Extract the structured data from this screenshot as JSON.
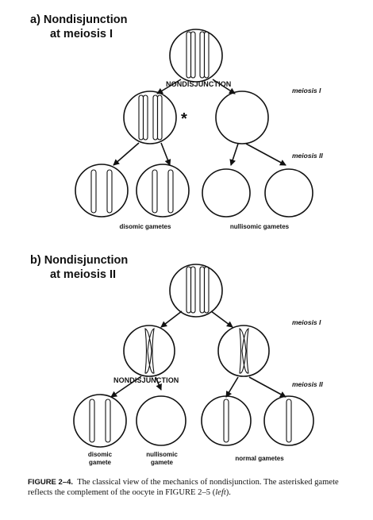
{
  "panel_a": {
    "title_line1": "a) Nondisjunction",
    "title_line2": "at meiosis I",
    "nondisjunction_label": "NONDISJUNCTION",
    "meiosis1_label": "meiosis I",
    "meiosis2_label": "meiosis II",
    "asterisk": "*",
    "disomic_label": "disomic gametes",
    "nullisomic_label": "nullisomic gametes"
  },
  "panel_b": {
    "title_line1": "b) Nondisjunction",
    "title_line2": "at meiosis II",
    "nondisjunction_label": "NONDISJUNCTION",
    "meiosis1_label": "meiosis I",
    "meiosis2_label": "meiosis II",
    "disomic_label_line1": "disomic",
    "disomic_label_line2": "gamete",
    "nullisomic_label_line1": "nullisomic",
    "nullisomic_label_line2": "gamete",
    "normal_label": "normal gametes"
  },
  "caption": {
    "figure_label": "FIGURE 2–4.",
    "text_part1": "The classical view of the mechanics of nondisjunction. The asterisked gamete reflects the complement of the oocyte in FIGURE 2–5 (",
    "text_italic": "left",
    "text_part2": ")."
  }
}
